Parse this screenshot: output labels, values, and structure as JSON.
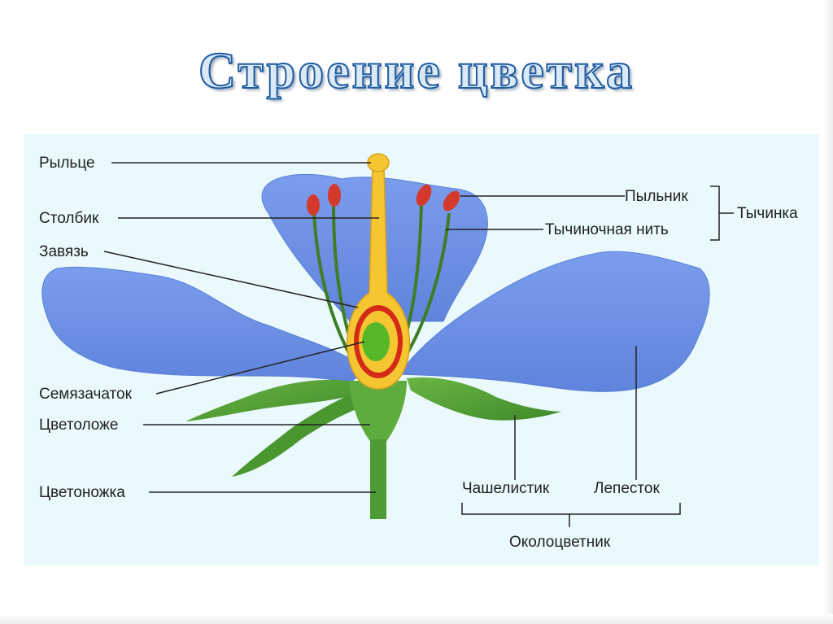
{
  "title": "Строение цветка",
  "labels": {
    "stigma": "Рыльце",
    "style": "Столбик",
    "ovary": "Завязь",
    "ovule": "Семязачаток",
    "receptacle": "Цветоложе",
    "pedicel": "Цветоножка",
    "anther": "Пыльник",
    "filament": "Тычиночная нить",
    "stamen": "Тычинка",
    "sepal": "Чашелистик",
    "petal": "Лепесток",
    "perianth": "Околоцветник"
  },
  "colors": {
    "panel": "#e9f9fc",
    "petal": "#6f93e4",
    "leaf": "#4f9c34",
    "pistil": "#f5c532",
    "ovary_wall": "#d42a18",
    "ovule": "#56b828",
    "anther": "#d43a2c",
    "title_outline": "#1f5ca0"
  }
}
